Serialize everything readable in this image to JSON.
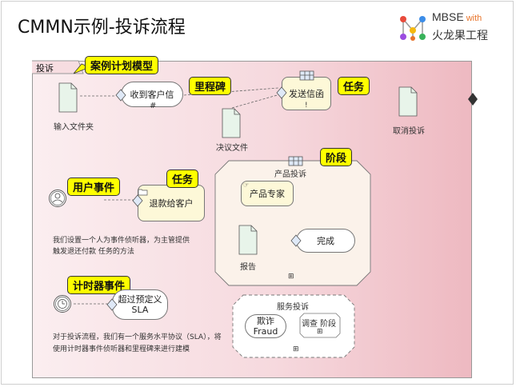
{
  "header": {
    "title": "CMMN示例-投诉流程",
    "logo_line1": "MBSE",
    "logo_with": "with",
    "logo_line2": "火龙果工程"
  },
  "plan": {
    "tab_label": "投诉",
    "callout": "案例计划模型"
  },
  "elements": {
    "input_folder": "输入文件夹",
    "milestone": "收到客户信",
    "milestone_callout": "里程碑",
    "send_letter": "发送信函",
    "task_callout1": "任务",
    "resolution_doc": "决议文件",
    "cancel_doc": "取消投诉",
    "user_event_callout": "用户事件",
    "refund_task": "退款给客户",
    "task_callout2": "任务",
    "user_event_note_line1": "我们设置一个人为事件侦听器，为主管提供",
    "user_event_note_line2": "触发退还付款 任务的方法",
    "stage_title": "产品投诉",
    "stage_callout": "阶段",
    "product_expert": "产品专家",
    "report_doc": "报告",
    "done_milestone": "完成",
    "timer_callout": "计时器事件",
    "sla_milestone_line1": "超过预定义",
    "sla_milestone_line2": "SLA",
    "timer_note_line1": "对于投诉流程，我们有一个服务水平协议（SLA），将",
    "timer_note_line2": "使用计时器事件侦听器和里程碑来进行建模",
    "service_stage_title": "服务投诉",
    "fraud_line1": "欺诈",
    "fraud_line2": "Fraud",
    "investigate_stage": "调查 阶段"
  },
  "colors": {
    "callout_yellow": "#ffff00",
    "task_fill": "#fdf8d8",
    "plan_gradient_end": "#eeb9c1"
  }
}
